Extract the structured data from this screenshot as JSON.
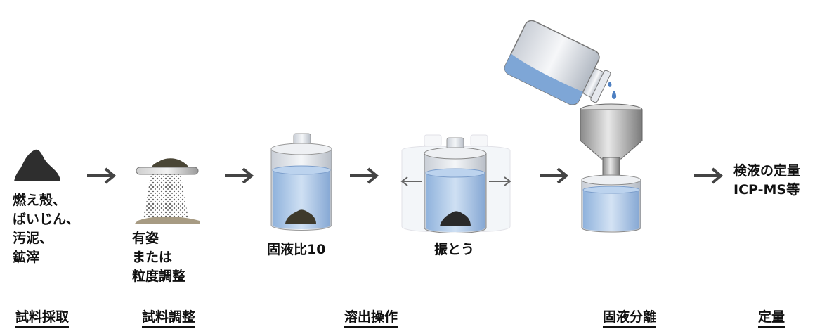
{
  "steps": {
    "sample": {
      "lines": [
        "燃え殻、",
        "ばいじん、",
        "汚泥、",
        "鉱滓"
      ]
    },
    "prep": {
      "lines": [
        "有姿",
        "または",
        "粒度調整"
      ]
    },
    "ratio": {
      "text": "固液比10"
    },
    "shake": {
      "text": "振とう"
    },
    "quant": {
      "lines": [
        "検液の定量",
        "ICP-MS等"
      ]
    }
  },
  "stages": {
    "s1": "試料採取",
    "s2": "試料調整",
    "s3": "溶出操作",
    "s4": "固液分離",
    "s5": "定量"
  },
  "colors": {
    "liquid": "#a9c6e8",
    "glass": "#dfe4ea",
    "metal": "#9a9a9a",
    "sample": "#333333",
    "sieve_powder": "#777777"
  },
  "icons": {
    "arrow": "right-arrow-icon"
  }
}
